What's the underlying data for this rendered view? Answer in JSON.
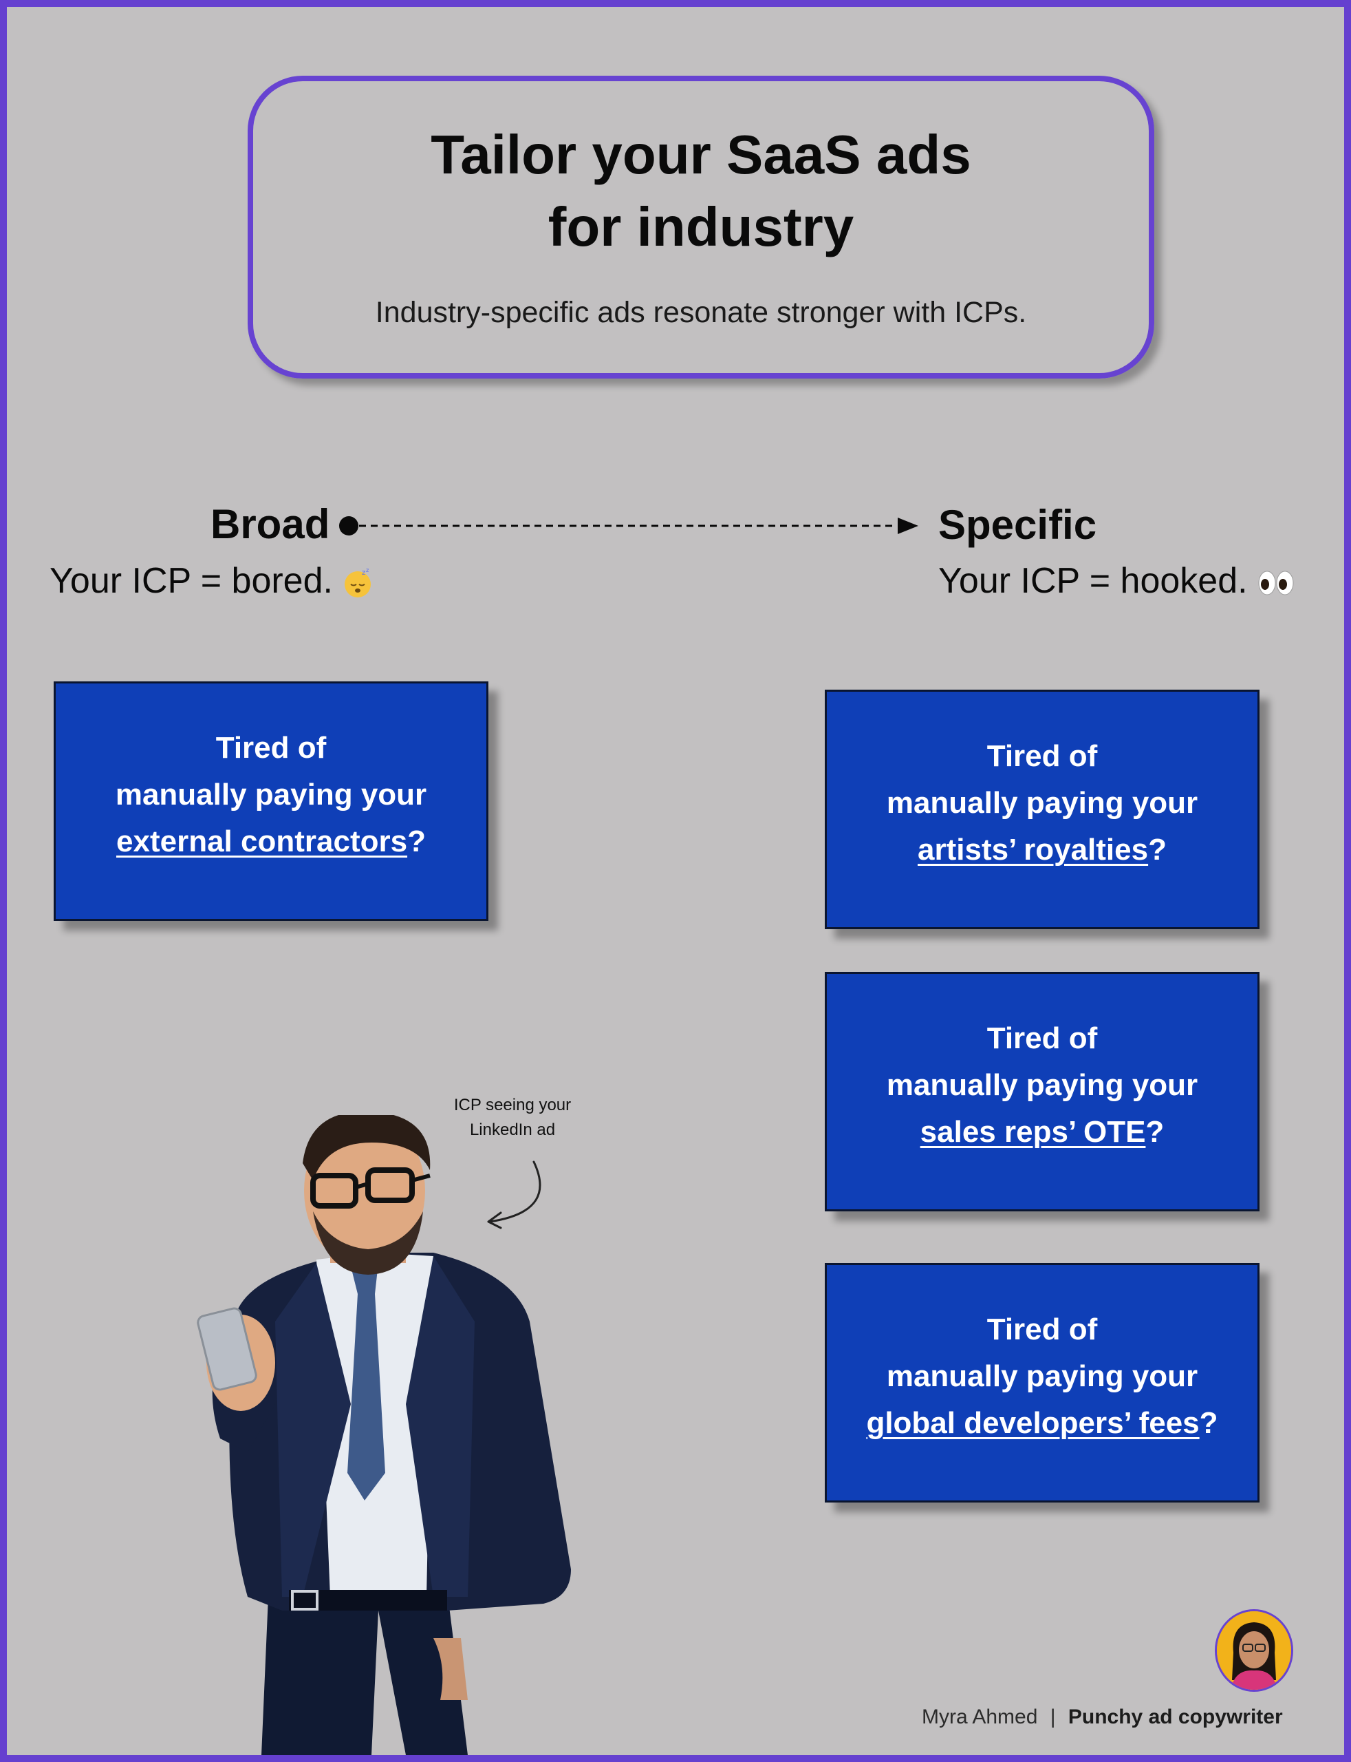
{
  "header": {
    "title": "Tailor your SaaS ads\nfor industry",
    "subtitle": "Industry-specific ads resonate stronger with ICPs."
  },
  "scale": {
    "left_label": "Broad",
    "right_label": "Specific",
    "left_caption": "Your ICP = bored.",
    "right_caption": "Your ICP = hooked.",
    "left_emoji": "sleeping-face-emoji",
    "right_emoji": "eyes-emoji"
  },
  "cards": [
    {
      "line1": "Tired of",
      "line2": "manually paying your",
      "highlight": "external contractors",
      "end": "?"
    },
    {
      "line1": "Tired of",
      "line2": "manually paying your",
      "highlight": "artists’ royalties",
      "end": "?"
    },
    {
      "line1": "Tired of",
      "line2": "manually paying your",
      "highlight": "sales reps’ OTE",
      "end": "?"
    },
    {
      "line1": "Tired of",
      "line2": "manually paying your",
      "highlight": "global developers’ fees",
      "end": "?"
    }
  ],
  "annotation": {
    "line1": "ICP seeing your",
    "line2": "LinkedIn ad"
  },
  "footer": {
    "author": "Myra Ahmed",
    "separator": "|",
    "role": "Punchy ad copywriter"
  },
  "colors": {
    "frame": "#6540cf",
    "background": "#c2c0c1",
    "card": "#0f3fb7"
  }
}
